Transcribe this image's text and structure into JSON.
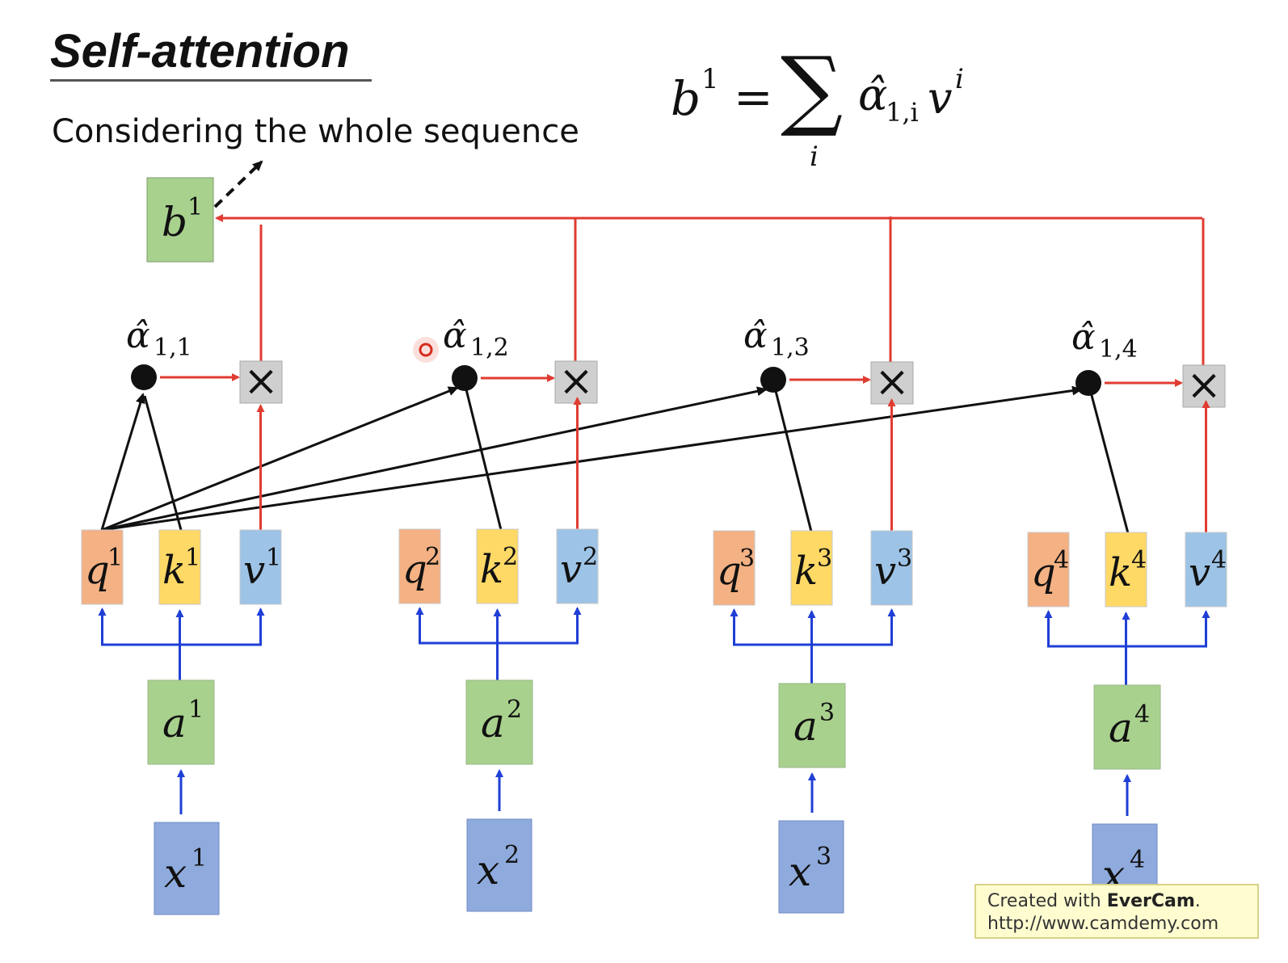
{
  "title": "Self-attention",
  "subtitle": "Considering the whole sequence",
  "formula": {
    "lhs": "b",
    "lhs_sup": "1",
    "equals": "=",
    "sum": "∑",
    "sum_sub": "i",
    "alpha": "α̂",
    "alpha_sub": "1,i",
    "v": "v",
    "v_sup": "i"
  },
  "output": {
    "base": "b",
    "sup": "1"
  },
  "alphas": [
    {
      "base": "α̂",
      "sub": "1,1"
    },
    {
      "base": "α̂",
      "sub": "1,2"
    },
    {
      "base": "α̂",
      "sub": "1,3"
    },
    {
      "base": "α̂",
      "sub": "1,4"
    }
  ],
  "multiply_symbol": "×",
  "columns": [
    {
      "q": "q",
      "k": "k",
      "v": "v",
      "a": "a",
      "x": "x",
      "sup": "1"
    },
    {
      "q": "q",
      "k": "k",
      "v": "v",
      "a": "a",
      "x": "x",
      "sup": "2"
    },
    {
      "q": "q",
      "k": "k",
      "v": "v",
      "a": "a",
      "x": "x",
      "sup": "3"
    },
    {
      "q": "q",
      "k": "k",
      "v": "v",
      "a": "a",
      "x": "x",
      "sup": "4"
    }
  ],
  "colors": {
    "query": "#f4b183",
    "key": "#ffd966",
    "value": "#9dc3e6",
    "embedding": "#a9d18e",
    "input": "#8faadc",
    "red_line": "#e03c31",
    "blue_line": "#1f3fd6",
    "black_line": "#111111"
  },
  "watermark": {
    "line1_prefix": "Created with ",
    "line1_brand": "EverCam",
    "line1_suffix": ".",
    "line2": "http://www.camdemy.com"
  }
}
